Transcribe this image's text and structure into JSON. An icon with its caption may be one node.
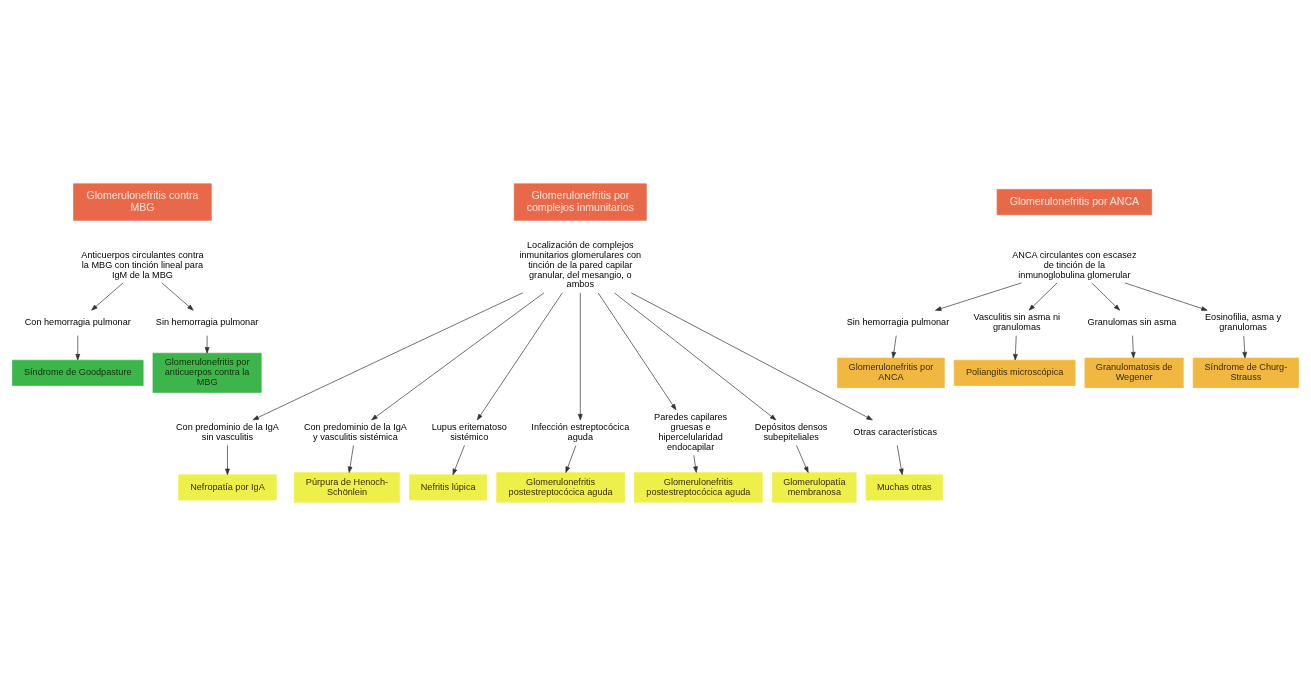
{
  "diagram": {
    "nodes": [
      {
        "text": [
          "Glomerulonefritis contra MBG"
        ]
      },
      {
        "text": [
          "Glomerulonefritis por complejos inmunitarios"
        ]
      },
      {
        "text": [
          "Glomerulonefritis por ANCA"
        ]
      },
      {
        "text": [
          "Anticuerpos circulantes contra la MBG con tinción lineal para IgM de la MBG"
        ]
      },
      {
        "text": [
          "Localización de complejos inmunitarios glomerulares con tinción de la pared capilar granular, del mesangio, o ambos"
        ]
      },
      {
        "text": [
          "ANCA circulantes con escasez de tinción de la inmunoglobulina glomerular"
        ]
      },
      {
        "text": [
          "Con hemorragia pulmonar"
        ]
      },
      {
        "text": [
          "Sin hemorragia pulmonar"
        ]
      },
      {
        "text": [
          "Síndrome de Goodpasture"
        ]
      },
      {
        "text": [
          "Glomerulonefritis por anticuerpos contra la MBG"
        ]
      },
      {
        "text": [
          "Sin hemorragia pulmonar"
        ]
      },
      {
        "text": [
          "Vasculitis sin asma ni granulomas"
        ]
      },
      {
        "text": [
          "Granulomas sin asma"
        ]
      },
      {
        "text": [
          "Eosinofilia, asma y granulomas"
        ]
      },
      {
        "text": [
          "Glomerulonefritis por ANCA"
        ]
      },
      {
        "text": [
          "Poliangitis microscópica"
        ]
      },
      {
        "text": [
          "Granulomatosis de Wegener"
        ]
      },
      {
        "text": [
          "Síndrome de Churg-Strauss"
        ]
      },
      {
        "text": [
          "Con predominio de la IgA sin vasculitis"
        ]
      },
      {
        "text": [
          "Con predominio de la IgA y vasculitis sistémica"
        ]
      },
      {
        "text": [
          "Lupus eritematoso sistémico"
        ]
      },
      {
        "text": [
          "Infección estreptocócica aguda"
        ]
      },
      {
        "text": [
          "Paredes capilares gruesas e hipercelularidad endocapilar"
        ]
      },
      {
        "text": [
          "Depósitos densos subepiteliales"
        ]
      },
      {
        "text": [
          "Otras características"
        ]
      },
      {
        "text": [
          "Nefropatía por IgA"
        ]
      },
      {
        "text": [
          "Púrpura de Henoch-Schönlein"
        ]
      },
      {
        "text": [
          "Nefritis lúpica"
        ]
      },
      {
        "text": [
          "Glomerulonefritis postestreptocócica aguda"
        ]
      },
      {
        "text": [
          "Glomerulonefritis postestreptocócica aguda"
        ]
      },
      {
        "text": [
          "Glomerulopatía membranosa"
        ]
      },
      {
        "text": [
          "Muchas otras"
        ]
      }
    ],
    "edges": [
      {
        "from": 3,
        "to": 6,
        "arrow": "to"
      },
      {
        "from": 3,
        "to": 7,
        "arrow": "to"
      },
      {
        "from": 6,
        "to": 8,
        "arrow": "to"
      },
      {
        "from": 7,
        "to": 9,
        "arrow": "to"
      },
      {
        "from": 5,
        "to": 10,
        "arrow": "to"
      },
      {
        "from": 5,
        "to": 11,
        "arrow": "to"
      },
      {
        "from": 5,
        "to": 12,
        "arrow": "to"
      },
      {
        "from": 5,
        "to": 13,
        "arrow": "to"
      },
      {
        "from": 10,
        "to": 14,
        "arrow": "to"
      },
      {
        "from": 11,
        "to": 15,
        "arrow": "to"
      },
      {
        "from": 12,
        "to": 16,
        "arrow": "to"
      },
      {
        "from": 13,
        "to": 17,
        "arrow": "to"
      },
      {
        "from": 4,
        "to": 18,
        "arrow": "to"
      },
      {
        "from": 4,
        "to": 19,
        "arrow": "to"
      },
      {
        "from": 4,
        "to": 20,
        "arrow": "to"
      },
      {
        "from": 4,
        "to": 21,
        "arrow": "to"
      },
      {
        "from": 4,
        "to": 22,
        "arrow": "to"
      },
      {
        "from": 4,
        "to": 23,
        "arrow": "to"
      },
      {
        "from": 4,
        "to": 24,
        "arrow": "to"
      },
      {
        "from": 18,
        "to": 25,
        "arrow": "to"
      },
      {
        "from": 19,
        "to": 26,
        "arrow": "to"
      },
      {
        "from": 20,
        "to": 27,
        "arrow": "to"
      },
      {
        "from": 21,
        "to": 28,
        "arrow": "to"
      },
      {
        "from": 22,
        "to": 29,
        "arrow": "to"
      },
      {
        "from": 23,
        "to": 30,
        "arrow": "to"
      },
      {
        "from": 24,
        "to": 31,
        "arrow": "to"
      }
    ]
  }
}
